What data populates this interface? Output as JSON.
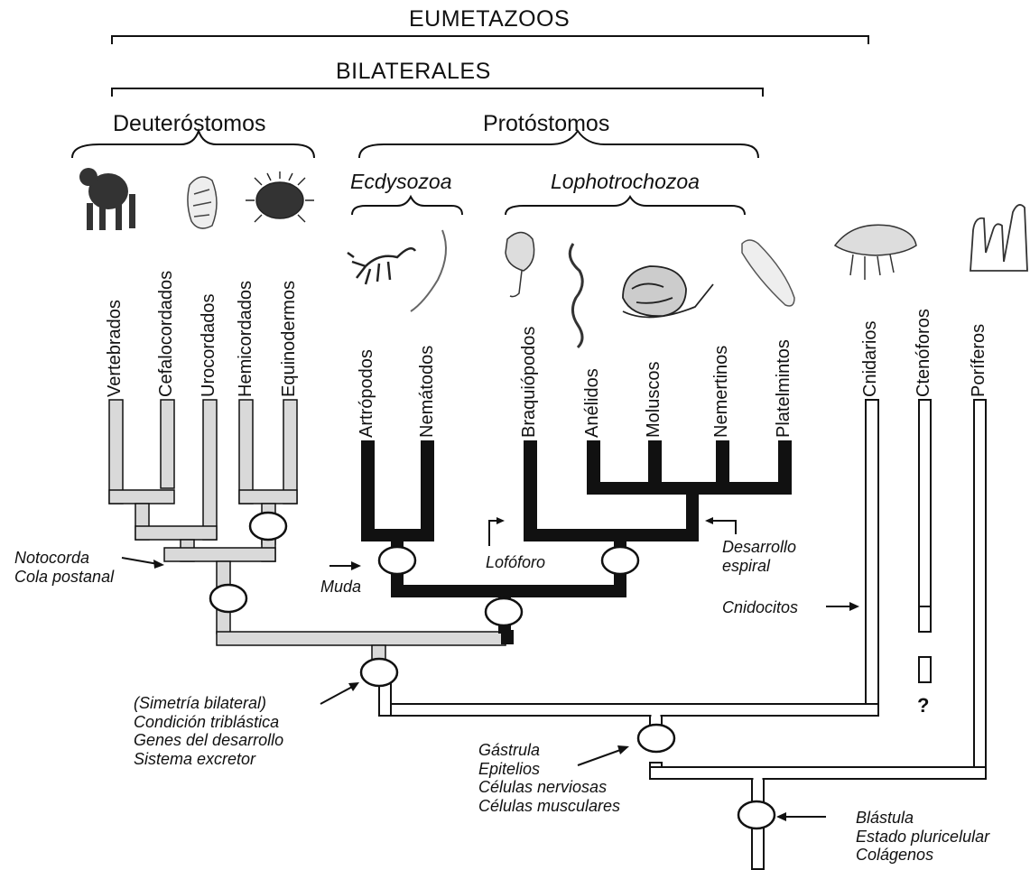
{
  "headers": {
    "eumetazoos": "EUMETAZOOS",
    "bilaterales": "BILATERALES",
    "deuterostomos": "Deuteróstomos",
    "protostomos": "Protóstomos",
    "ecdysozoa": "Ecdysozoa",
    "lophotrochozoa": "Lophotrochozoa"
  },
  "taxa": {
    "vertebrados": "Vertebrados",
    "cefalocordados": "Cefalocordados",
    "urocordados": "Urocordados",
    "hemicordados": "Hemicordados",
    "equinodermos": "Equinodermos",
    "artropodos": "Artrópodos",
    "nematodos": "Nemátodos",
    "braquiopodos": "Braquiópodos",
    "anelidos": "Anélidos",
    "moluscos": "Moluscos",
    "nemertinos": "Nemertinos",
    "platelmintos": "Platelmintos",
    "cnidarios": "Cnidarios",
    "ctenoforos": "Ctenóforos",
    "poriferos": "Poríferos"
  },
  "annotations": {
    "notocorda": [
      "Notocorda",
      "Cola postanal"
    ],
    "muda": "Muda",
    "lofoforo": "Lofóforo",
    "desarrollo_espiral": [
      "Desarrollo",
      "espiral"
    ],
    "cnidocitos": "Cnidocitos",
    "bilateral": [
      "(Simetría bilateral)",
      "Condición triblástica",
      "Genes del desarrollo",
      "Sistema excretor"
    ],
    "gastrula": [
      "Gástrula",
      "Epitelios",
      "Células nerviosas",
      "Células musculares"
    ],
    "blastula": [
      "Blástula",
      "Estado pluricelular",
      "Colágenos"
    ],
    "question": "?"
  },
  "colors": {
    "deuterostome_branch": "#d9d9d9",
    "protostome_branch": "#111111",
    "line": "#111111"
  },
  "icons": [
    "gorilla-icon",
    "lancelet-icon",
    "sea-urchin-icon",
    "scorpion-icon",
    "roundworm-icon",
    "brachiopod-icon",
    "earthworm-icon",
    "snail-icon",
    "flatworm-icon",
    "jellyfish-icon",
    "sponge-icon"
  ]
}
